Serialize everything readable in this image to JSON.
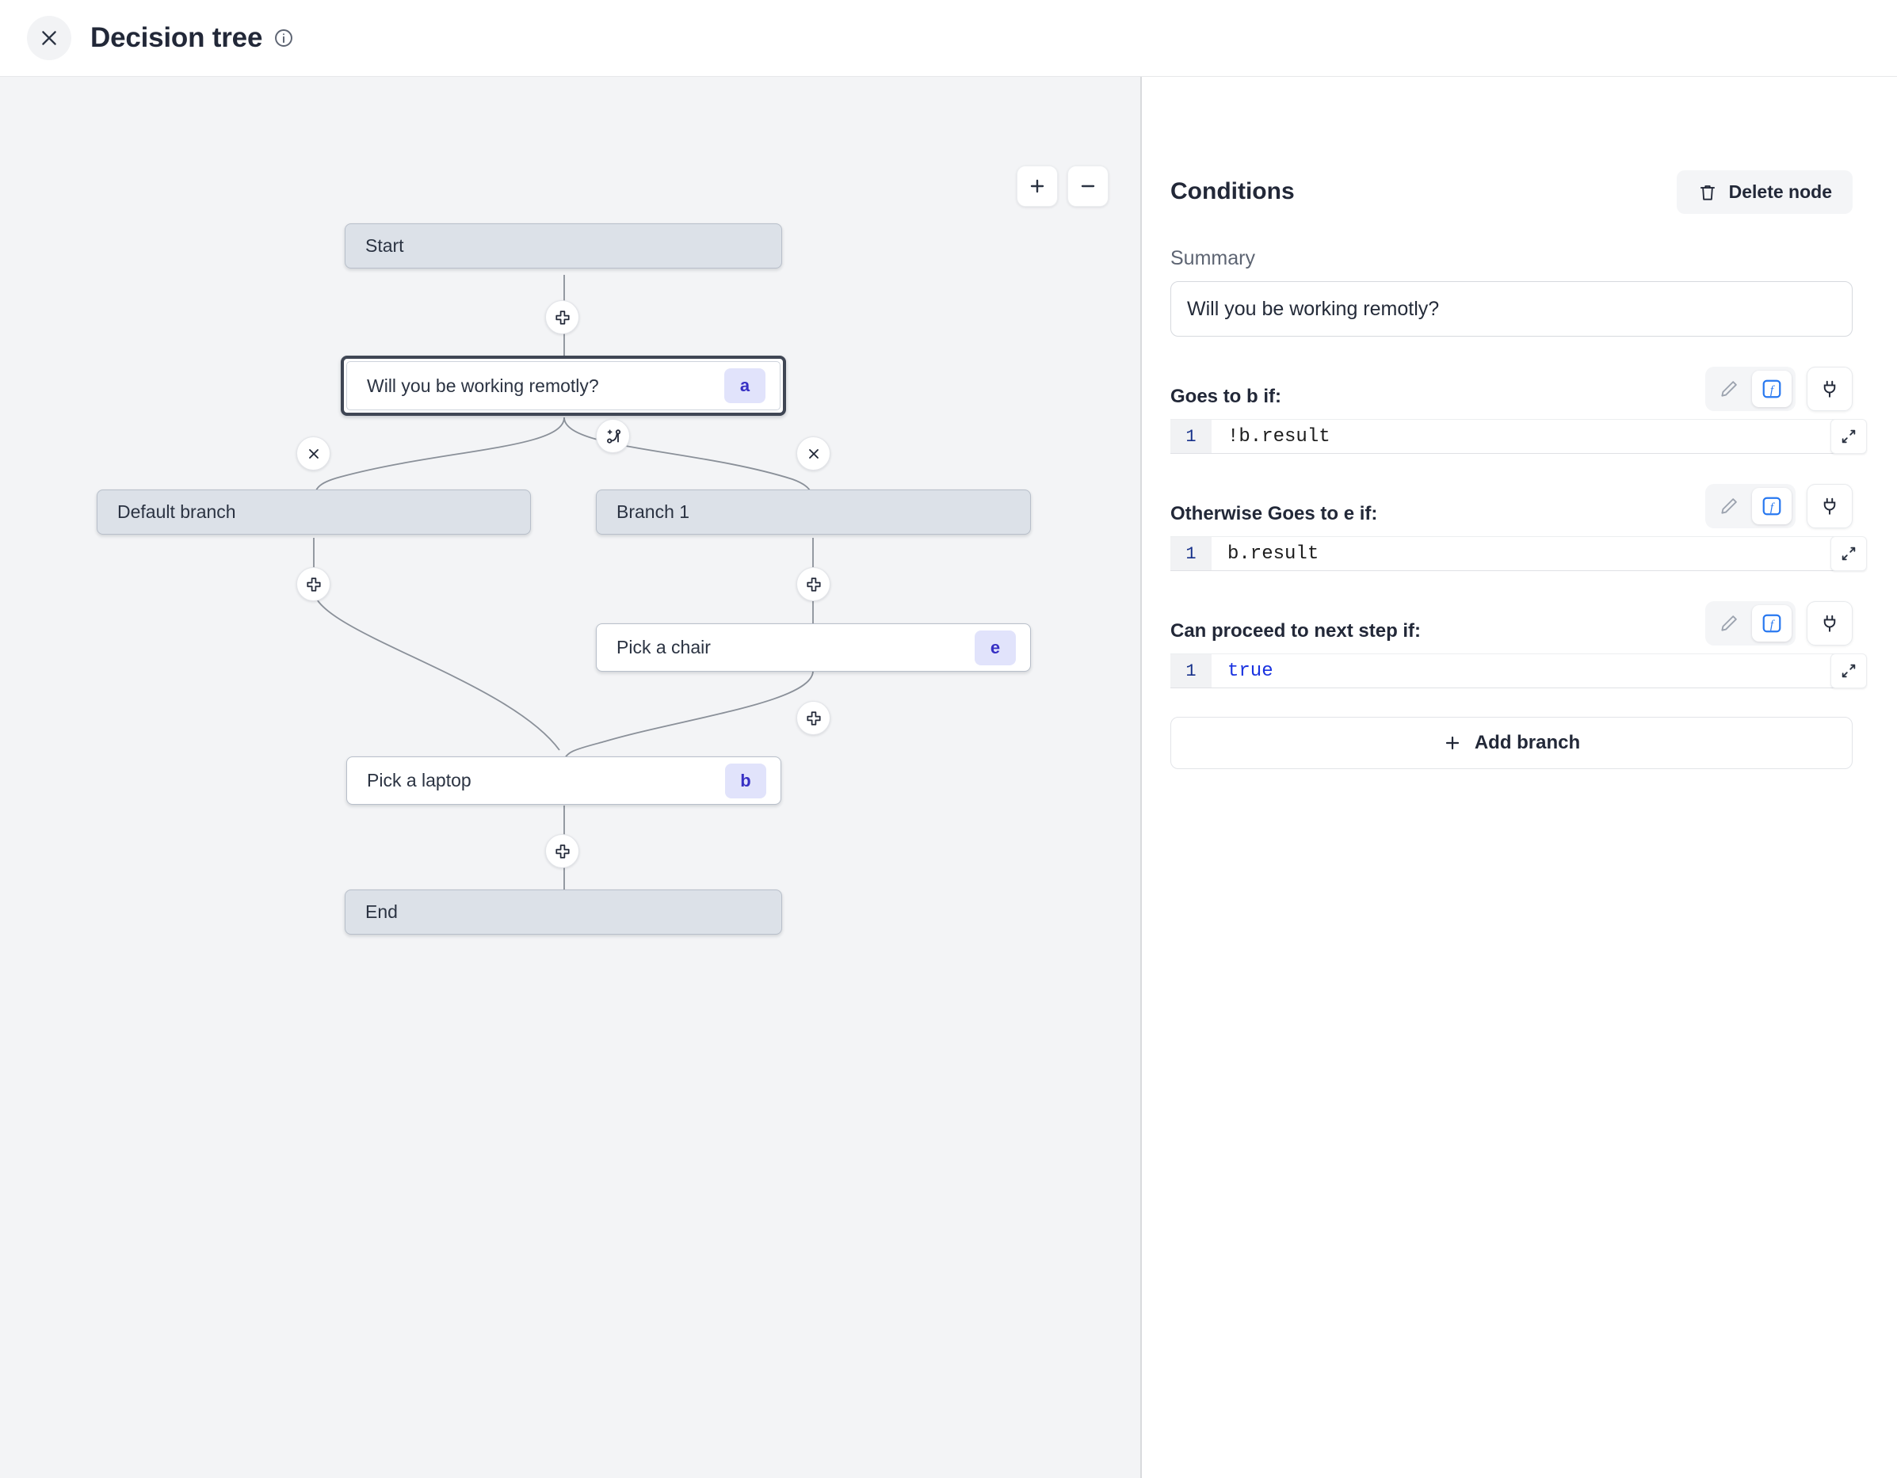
{
  "header": {
    "close_label": "×",
    "title": "Decision tree",
    "info_icon": "info-circle-icon"
  },
  "canvas": {
    "zoom_in_label": "+",
    "zoom_out_label": "−",
    "nodes": [
      {
        "id": "start",
        "label": "Start",
        "style": "gray",
        "badge": null
      },
      {
        "id": "a",
        "label": "Will you be working remotly?",
        "style": "selected",
        "badge": "a"
      },
      {
        "id": "def",
        "label": "Default branch",
        "style": "gray",
        "badge": null
      },
      {
        "id": "br1",
        "label": "Branch 1",
        "style": "gray",
        "badge": null
      },
      {
        "id": "e",
        "label": "Pick a chair",
        "style": "white",
        "badge": "e"
      },
      {
        "id": "b",
        "label": "Pick a laptop",
        "style": "white",
        "badge": "b"
      },
      {
        "id": "end",
        "label": "End",
        "style": "gray",
        "badge": null
      }
    ],
    "handles": [
      {
        "name": "add-step-after-start",
        "icon": "plus-cross-icon"
      },
      {
        "name": "add-branch-handle",
        "icon": "branch-plus-icon"
      },
      {
        "name": "delete-default-branch",
        "icon": "close-x-icon"
      },
      {
        "name": "delete-branch-1",
        "icon": "close-x-icon"
      },
      {
        "name": "add-step-default-branch",
        "icon": "plus-cross-icon"
      },
      {
        "name": "add-step-branch-1",
        "icon": "plus-cross-icon"
      },
      {
        "name": "add-step-after-chair",
        "icon": "plus-cross-icon"
      },
      {
        "name": "add-step-after-laptop",
        "icon": "plus-cross-icon"
      }
    ]
  },
  "panel": {
    "title": "Conditions",
    "delete_node_label": "Delete node",
    "delete_icon": "trash-icon",
    "summary_label": "Summary",
    "summary_value": "Will you be working remotly?",
    "add_branch_label": "Add branch",
    "conditions": [
      {
        "label": "Goes to b if:",
        "line_number": "1",
        "code": "!b.result",
        "code_style": "plain",
        "pencil_icon": "pencil-icon",
        "function_icon": "function-fx-icon",
        "plug_icon": "plug-icon",
        "expand_icon": "expand-diagonal-icon"
      },
      {
        "label": "Otherwise Goes to e if:",
        "line_number": "1",
        "code": "b.result",
        "code_style": "plain",
        "pencil_icon": "pencil-icon",
        "function_icon": "function-fx-icon",
        "plug_icon": "plug-icon",
        "expand_icon": "expand-diagonal-icon"
      },
      {
        "label": "Can proceed to next step if:",
        "line_number": "1",
        "code": "true",
        "code_style": "keyword",
        "pencil_icon": "pencil-icon",
        "function_icon": "function-fx-icon",
        "plug_icon": "plug-icon",
        "expand_icon": "expand-diagonal-icon"
      }
    ]
  },
  "colors": {
    "canvas_bg": "#f3f4f6",
    "node_gray": "#dce1e8",
    "node_border": "#b8bfca",
    "selected_ring": "#3f4654",
    "badge_bg": "#e1e3fb",
    "badge_text": "#3730c4",
    "accent_blue": "#2878f0",
    "code_keyword": "#1a33e0"
  }
}
